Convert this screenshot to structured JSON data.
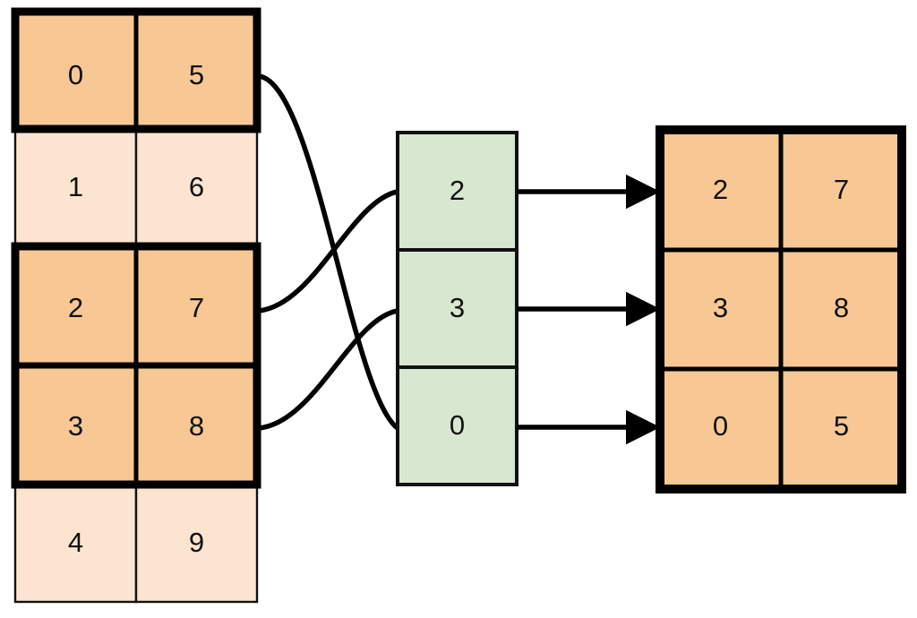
{
  "diagram": {
    "type": "array-gather-indexing-diagram",
    "background": "#ffffff",
    "palette": {
      "orange_strong": "#F7C794",
      "orange_light": "#FBE5D0",
      "green": "#D8E8D0",
      "stroke_thin": "#111111",
      "stroke_thick": "#000000",
      "text": "#111111"
    },
    "source_table": {
      "name": "source-table",
      "columns": 2,
      "rows": [
        {
          "index": 0,
          "values": [
            "0",
            "5"
          ],
          "highlighted": true
        },
        {
          "index": 1,
          "values": [
            "1",
            "6"
          ],
          "highlighted": false
        },
        {
          "index": 2,
          "values": [
            "2",
            "7"
          ],
          "highlighted": true
        },
        {
          "index": 3,
          "values": [
            "3",
            "8"
          ],
          "highlighted": true
        },
        {
          "index": 4,
          "values": [
            "4",
            "9"
          ],
          "highlighted": false
        }
      ]
    },
    "index_column": {
      "name": "index-vector",
      "values": [
        "2",
        "3",
        "0"
      ]
    },
    "result_table": {
      "name": "result-table",
      "columns": 2,
      "rows": [
        {
          "values": [
            "2",
            "7"
          ]
        },
        {
          "values": [
            "3",
            "8"
          ]
        },
        {
          "values": [
            "0",
            "5"
          ]
        }
      ]
    },
    "connections": [
      {
        "from_row": 0,
        "to_index_slot": 2,
        "label": "row-0-to-slot-2"
      },
      {
        "from_row": 2,
        "to_index_slot": 0,
        "label": "row-2-to-slot-0"
      },
      {
        "from_row": 3,
        "to_index_slot": 1,
        "label": "row-3-to-slot-1"
      }
    ],
    "arrows": [
      {
        "from_index_slot": 0,
        "to_result_row": 0
      },
      {
        "from_index_slot": 1,
        "to_result_row": 1
      },
      {
        "from_index_slot": 2,
        "to_result_row": 2
      }
    ]
  }
}
